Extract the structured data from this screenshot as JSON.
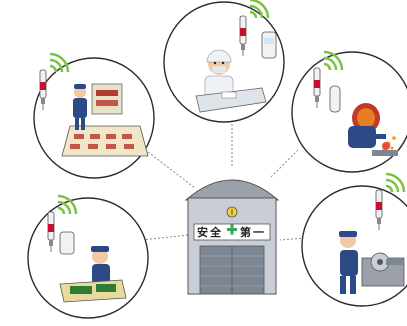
{
  "colors": {
    "circle_stroke": "#2b2b2b",
    "connector": "#8a8a8a",
    "building_body": "#c9ced6",
    "building_roof": "#9aa1ab",
    "door": "#7d8794",
    "sensor_wifi": "#7cc242",
    "sensor_red": "#c8102e",
    "safety_cross": "#2fa84f",
    "worker_blue": "#2c4a86",
    "skin": "#f3c9a2"
  },
  "factory": {
    "sign": {
      "char_1": "安",
      "char_2": "全",
      "cross_icon": "green-cross-icon",
      "char_3": "第",
      "char_4": "一"
    },
    "badge_icon": "factory-badge-icon"
  },
  "scenes": [
    {
      "id": "food-packaging",
      "icon": "conveyor-worker-scene"
    },
    {
      "id": "cleanroom-worker",
      "icon": "masked-worker-scene"
    },
    {
      "id": "welding",
      "icon": "welder-scene"
    },
    {
      "id": "lathe-machining",
      "icon": "lathe-worker-scene"
    },
    {
      "id": "pcb-assembly",
      "icon": "seated-worker-scene"
    }
  ]
}
